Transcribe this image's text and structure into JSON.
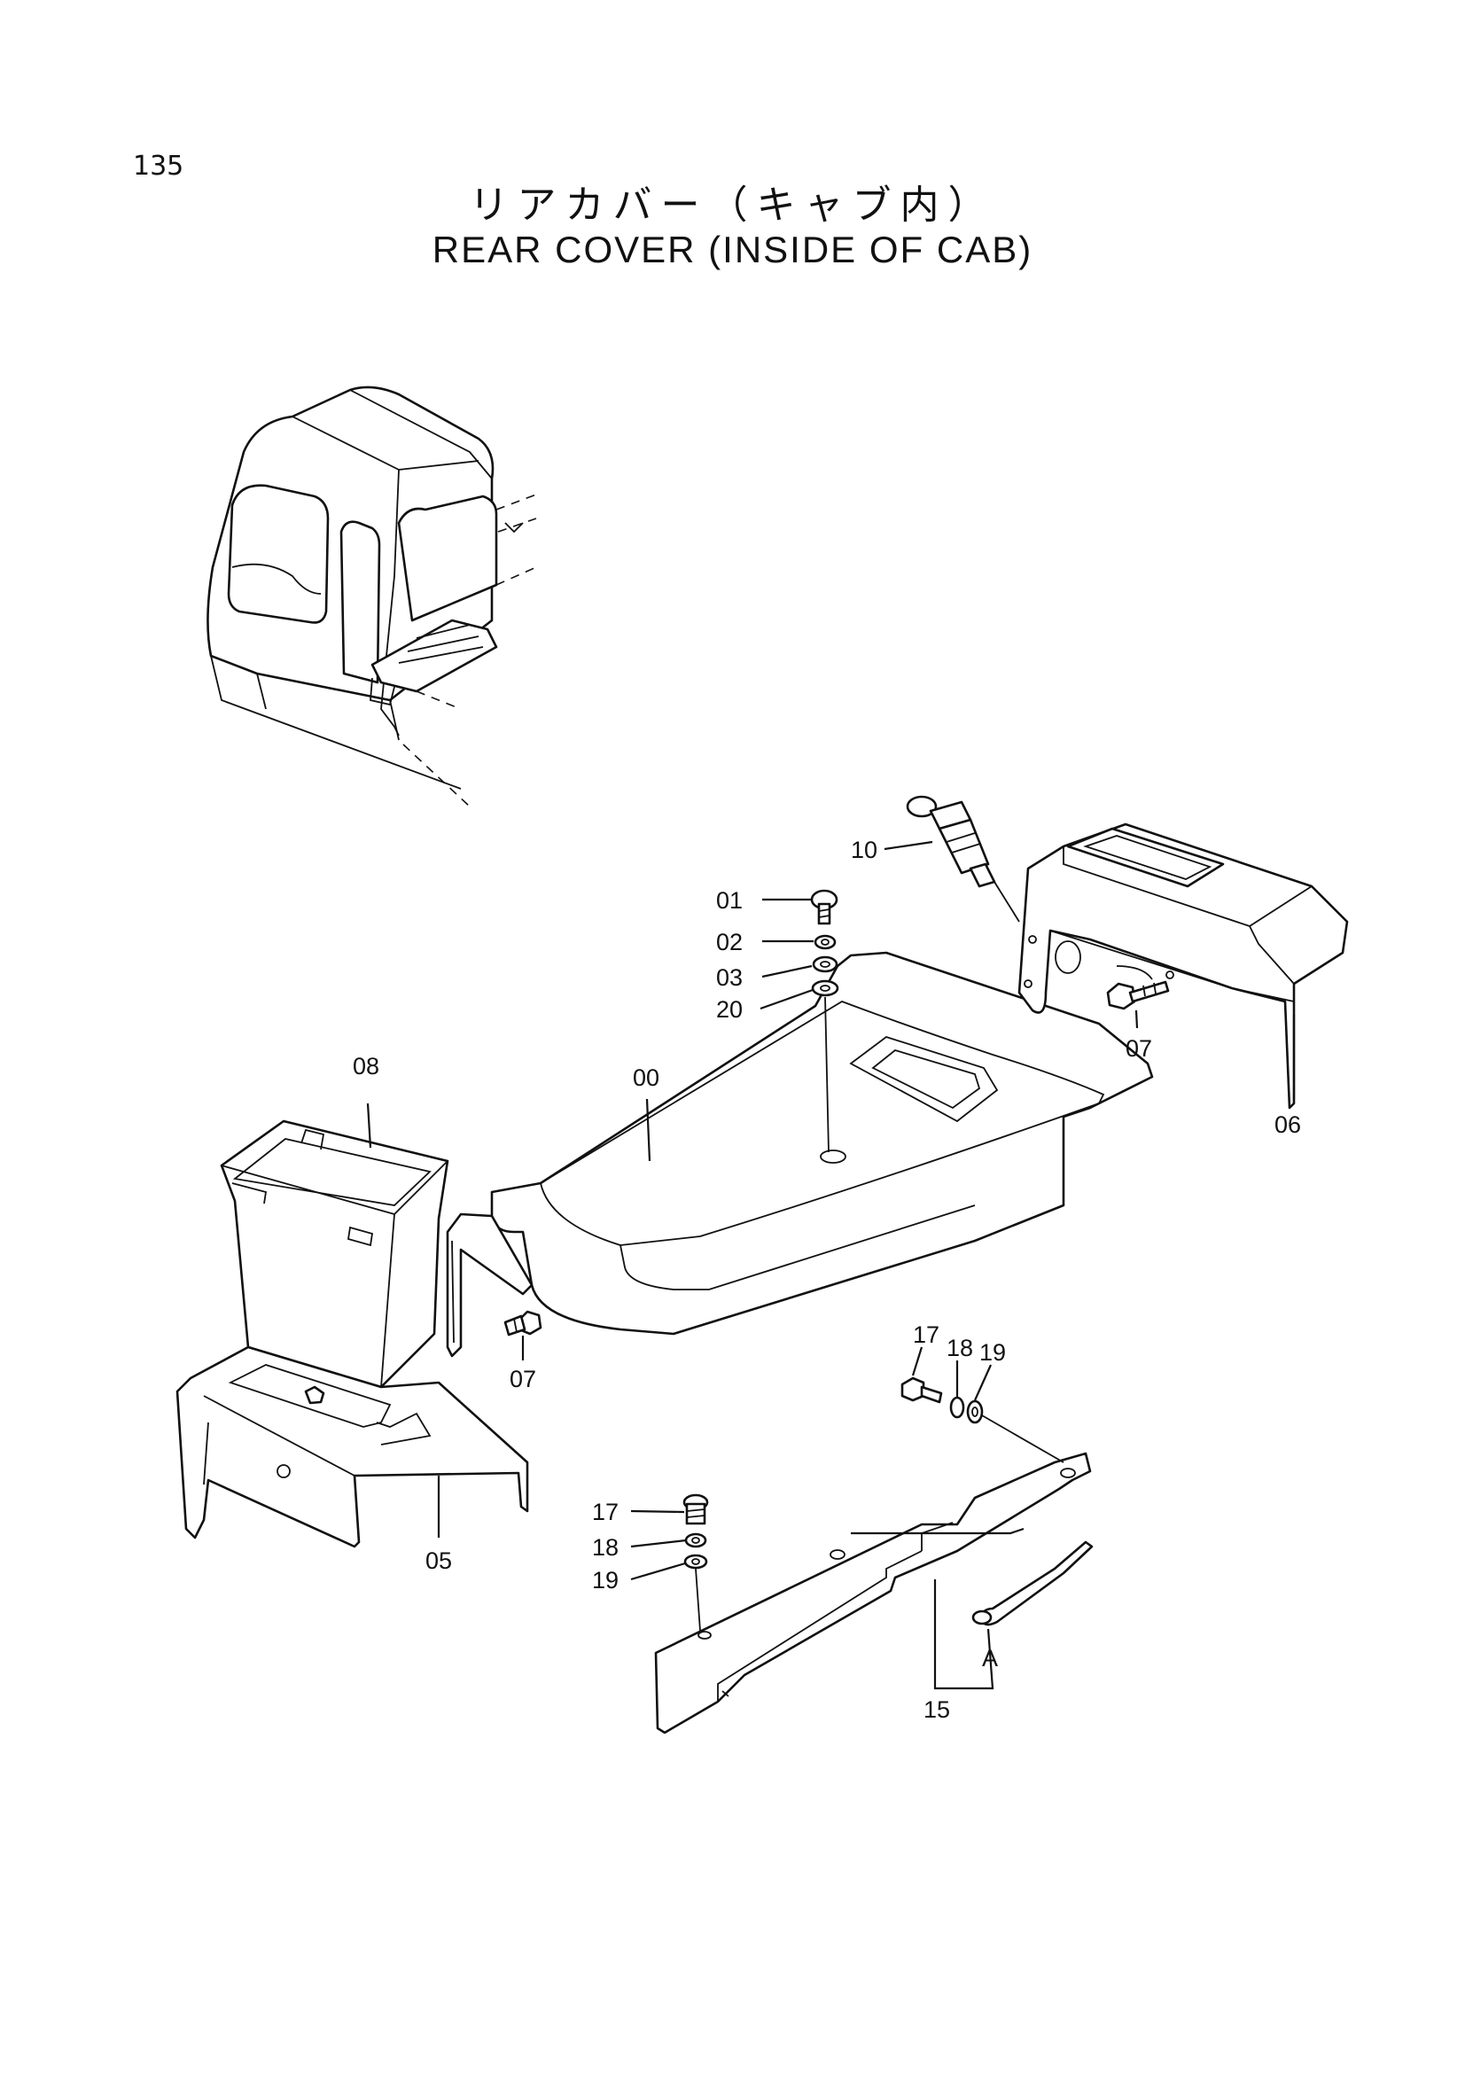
{
  "page_number": "135",
  "title_jp": "リアカバー（キャブ内）",
  "title_en": "REAR COVER (INSIDE OF CAB)",
  "callouts": {
    "c00": "00",
    "c01": "01",
    "c02": "02",
    "c03": "03",
    "c20": "20",
    "c10": "10",
    "c06": "06",
    "c07a": "07",
    "c08": "08",
    "c07b": "07",
    "c05": "05",
    "c17a": "17",
    "c18a": "18",
    "c19a": "19",
    "c17b": "17",
    "c18b": "18",
    "c19b": "19",
    "cA": "A",
    "c15": "15"
  }
}
